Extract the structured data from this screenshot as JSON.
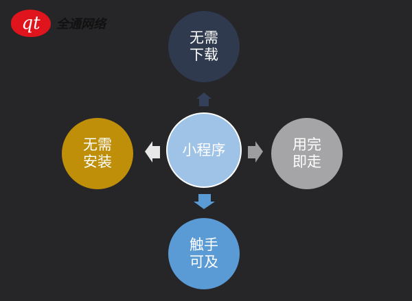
{
  "logo": {
    "mark": "qt",
    "text": "全通网络"
  },
  "center": {
    "label": "小程序",
    "color": "#9fc3e7"
  },
  "nodes": {
    "top": {
      "label": "无需下载",
      "color": "#2f3a4f"
    },
    "left": {
      "label": "无需安装",
      "color": "#bf8f0a"
    },
    "right": {
      "label": "用完即走",
      "color": "#a5a4a6"
    },
    "bottom": {
      "label": "触手可及",
      "color": "#5b9bd5"
    }
  }
}
